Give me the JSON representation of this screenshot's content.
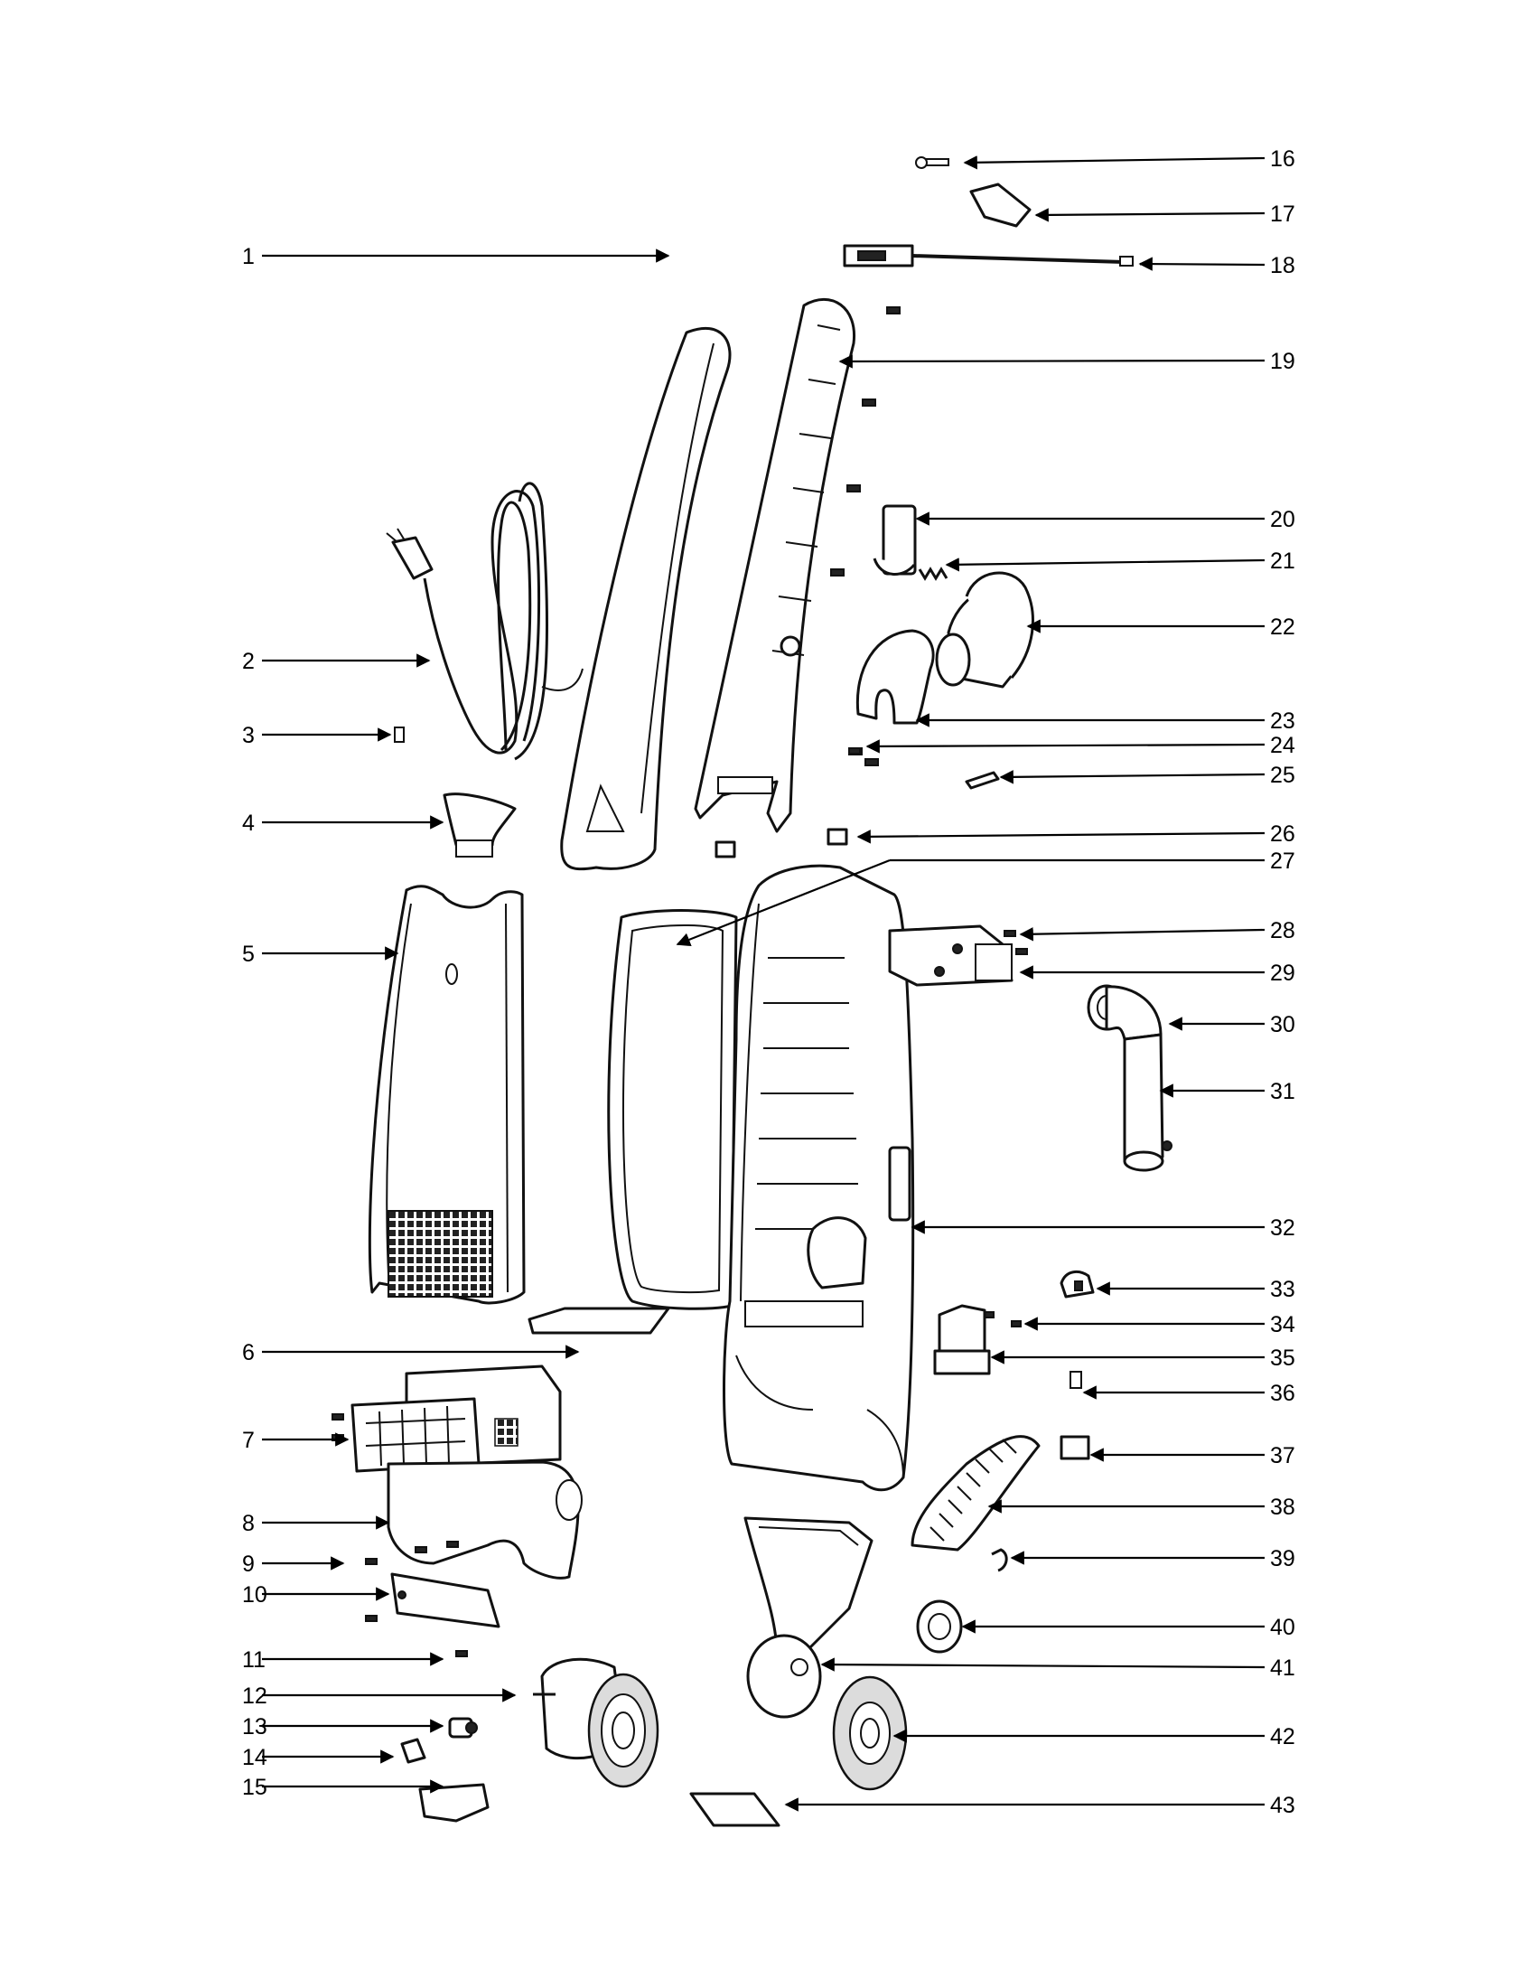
{
  "diagram": {
    "callouts_left": [
      {
        "id": "1",
        "label": "1"
      },
      {
        "id": "2",
        "label": "2"
      },
      {
        "id": "3",
        "label": "3"
      },
      {
        "id": "4",
        "label": "4"
      },
      {
        "id": "5",
        "label": "5"
      },
      {
        "id": "6",
        "label": "6"
      },
      {
        "id": "7",
        "label": "7"
      },
      {
        "id": "8",
        "label": "8"
      },
      {
        "id": "9",
        "label": "9"
      },
      {
        "id": "10",
        "label": "10"
      },
      {
        "id": "11",
        "label": "11"
      },
      {
        "id": "12",
        "label": "12"
      },
      {
        "id": "13",
        "label": "13"
      },
      {
        "id": "14",
        "label": "14"
      },
      {
        "id": "15",
        "label": "15"
      }
    ],
    "callouts_right": [
      {
        "id": "16",
        "label": "16"
      },
      {
        "id": "17",
        "label": "17"
      },
      {
        "id": "18",
        "label": "18"
      },
      {
        "id": "19",
        "label": "19"
      },
      {
        "id": "20",
        "label": "20"
      },
      {
        "id": "21",
        "label": "21"
      },
      {
        "id": "22",
        "label": "22"
      },
      {
        "id": "23",
        "label": "23"
      },
      {
        "id": "24",
        "label": "24"
      },
      {
        "id": "25",
        "label": "25"
      },
      {
        "id": "26",
        "label": "26"
      },
      {
        "id": "27",
        "label": "27"
      },
      {
        "id": "28",
        "label": "28"
      },
      {
        "id": "29",
        "label": "29"
      },
      {
        "id": "30",
        "label": "30"
      },
      {
        "id": "31",
        "label": "31"
      },
      {
        "id": "32",
        "label": "32"
      },
      {
        "id": "33",
        "label": "33"
      },
      {
        "id": "34",
        "label": "34"
      },
      {
        "id": "35",
        "label": "35"
      },
      {
        "id": "36",
        "label": "36"
      },
      {
        "id": "37",
        "label": "37"
      },
      {
        "id": "38",
        "label": "38"
      },
      {
        "id": "39",
        "label": "39"
      },
      {
        "id": "40",
        "label": "40"
      },
      {
        "id": "41",
        "label": "41"
      },
      {
        "id": "42",
        "label": "42"
      },
      {
        "id": "43",
        "label": "43"
      }
    ]
  }
}
